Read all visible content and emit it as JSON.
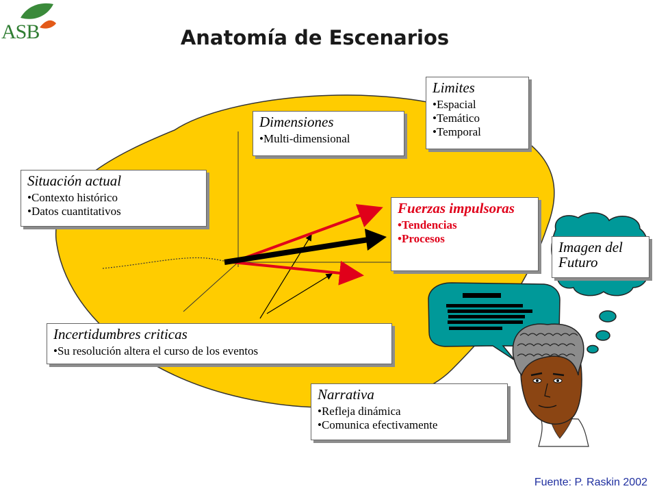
{
  "header": {
    "title": "Anatomía de Escenarios",
    "logo": "ASB"
  },
  "footer": {
    "source": "Fuente: P. Raskin 2002"
  },
  "boxes": {
    "limites": {
      "title": "Limites",
      "items": [
        "Espacial",
        "Temático",
        "Temporal"
      ]
    },
    "dimensiones": {
      "title": "Dimensiones",
      "items": [
        "Multi-dimensional"
      ]
    },
    "situacion": {
      "title": "Situación actual",
      "items": [
        "Contexto histórico",
        "Datos cuantitativos"
      ]
    },
    "fuerzas": {
      "title": "Fuerzas impulsoras",
      "items": [
        "Tendencias",
        "Procesos"
      ]
    },
    "imagen": {
      "title": "Imagen del Futuro"
    },
    "incertidumbres": {
      "title": "Incertidumbres criticas",
      "items": [
        "Su resolución altera el curso de los eventos"
      ]
    },
    "narrativa": {
      "title": "Narrativa",
      "items": [
        "Refleja dinámica",
        "Comunica efectivamente"
      ]
    }
  },
  "colors": {
    "blob": "#ffcc00",
    "teal": "#009999",
    "red": "#e0001a",
    "title": "#1a1a1a",
    "source": "#1f2f9f"
  },
  "icons": [
    "leaf-logo-icon",
    "thought-bubble-icon",
    "person-illustration"
  ]
}
